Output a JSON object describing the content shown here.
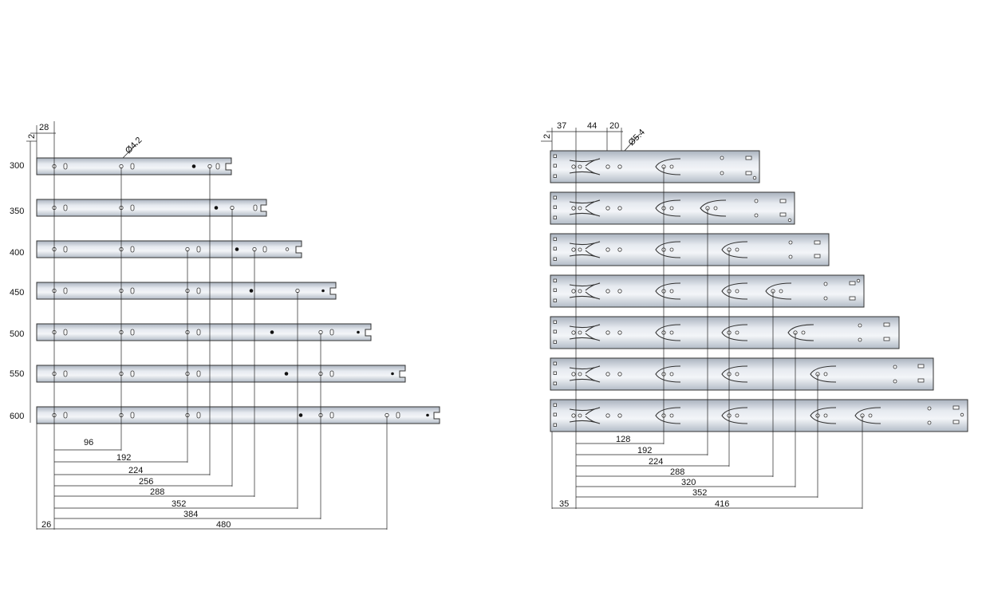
{
  "left_panel": {
    "top_dims": [
      "2",
      "28",
      "Ø4.2"
    ],
    "lengths": [
      "300",
      "350",
      "400",
      "450",
      "500",
      "550",
      "600"
    ],
    "bottom_dims": [
      "96",
      "192",
      "224",
      "256",
      "288",
      "352",
      "384",
      "480"
    ],
    "left_offset": "26"
  },
  "right_panel": {
    "top_dims": [
      "2",
      "37",
      "44",
      "20",
      "Ø5.4"
    ],
    "bottom_dims": [
      "128",
      "192",
      "224",
      "288",
      "320",
      "352",
      "416"
    ],
    "left_offset": "35"
  },
  "colors": {
    "rail_light": "#eef1f6",
    "rail_mid": "#c9d0da",
    "rail_dark": "#a8b1bd",
    "line": "#222222"
  }
}
